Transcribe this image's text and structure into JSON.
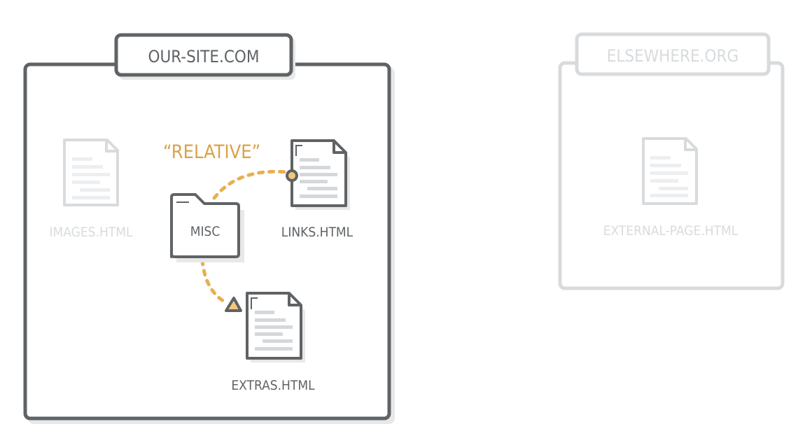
{
  "colors": {
    "dark": "#5f6366",
    "faded": "#d8dbdd",
    "line_dark": "#d5d8da",
    "line_faded": "#eceef0",
    "shadow": "#e8e8e8",
    "accent": "#e8b04f",
    "accent_text": "#d9a24a",
    "accent_fill": "#f5c879"
  },
  "our_site": {
    "title": "OUR-SITE.COM",
    "files": {
      "images": "IMAGES.HTML",
      "misc": "MISC",
      "links": "LINKS.HTML",
      "extras": "EXTRAS.HTML"
    },
    "annotation": "“RELATIVE”"
  },
  "elsewhere": {
    "title": "ELSEWHERE.ORG",
    "files": {
      "external": "EXTERNAL-PAGE.HTML"
    }
  }
}
